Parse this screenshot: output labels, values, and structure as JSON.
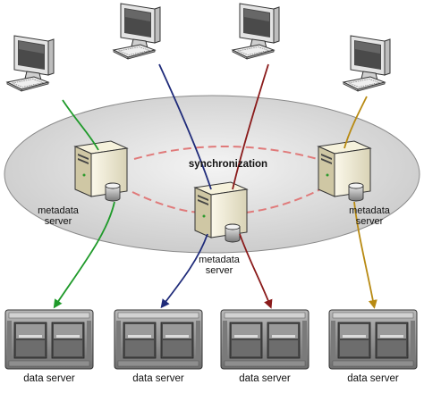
{
  "diagram": {
    "synchronization_label": "synchronization",
    "metadata_servers": [
      {
        "line1": "metadata",
        "line2": "server"
      },
      {
        "line1": "metadata",
        "line2": "server"
      },
      {
        "line1": "metadata",
        "line2": "server"
      }
    ],
    "data_servers": [
      {
        "label": "data server"
      },
      {
        "label": "data server"
      },
      {
        "label": "data server"
      },
      {
        "label": "data server"
      }
    ],
    "clients": [
      {
        "icon": "desktop-computer-icon"
      },
      {
        "icon": "desktop-computer-icon"
      },
      {
        "icon": "desktop-computer-icon"
      },
      {
        "icon": "desktop-computer-icon"
      }
    ],
    "colors": {
      "green": "#1f9a2a",
      "navy": "#1f2b7a",
      "maroon": "#8a1a1a",
      "gold": "#b88a12",
      "sync_dash": "#e07a7a",
      "ellipse": "#d8d8d8"
    }
  }
}
